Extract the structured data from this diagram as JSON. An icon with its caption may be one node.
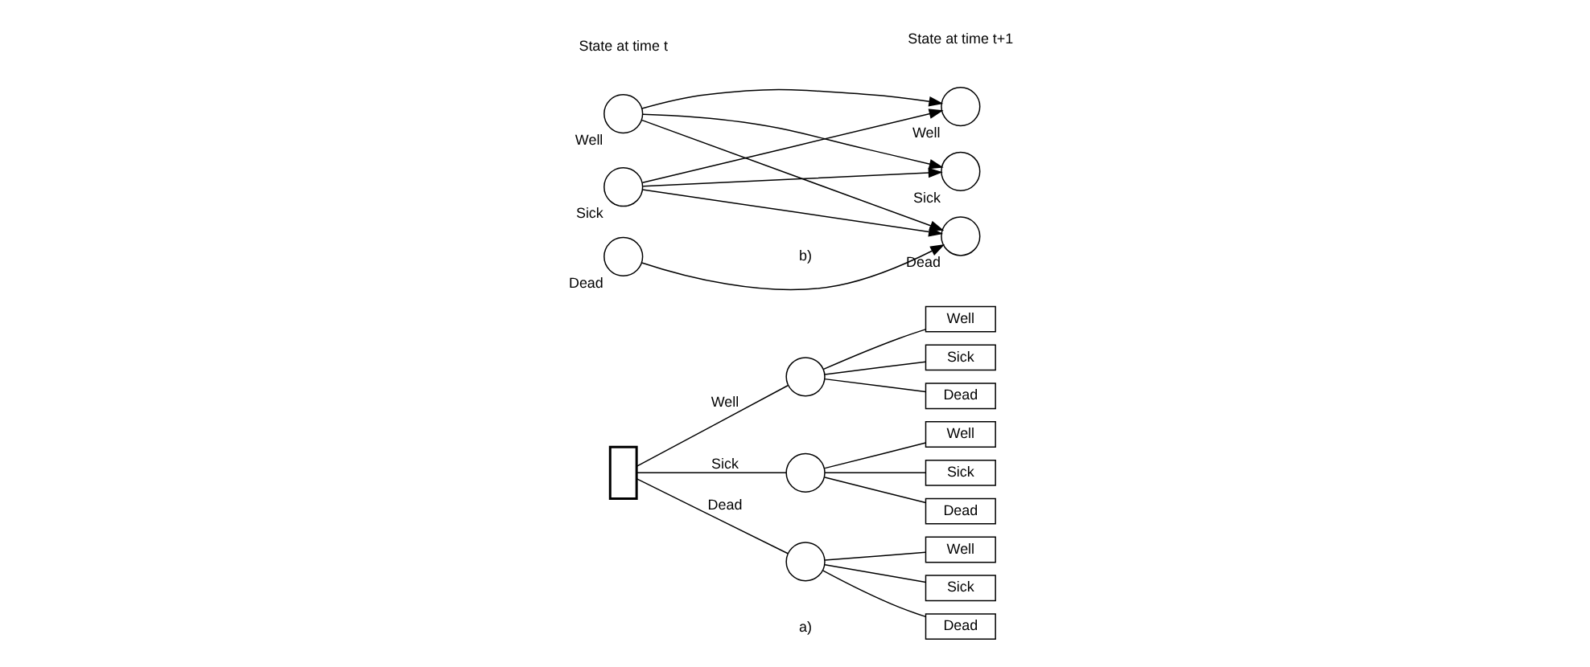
{
  "diagram": {
    "nodes": [
      {
        "text": [],
        "shape": "box"
      },
      {
        "text": [],
        "shape": "circle"
      },
      {
        "text": [
          "Well"
        ]
      },
      {
        "text": [
          "Sick"
        ]
      },
      {
        "text": [
          "Dead"
        ]
      },
      {
        "text": [],
        "shape": "circle"
      },
      {
        "text": [
          "Well"
        ]
      },
      {
        "text": [
          "Sick"
        ]
      },
      {
        "text": [
          "Dead"
        ]
      },
      {
        "text": [],
        "shape": "circle"
      },
      {
        "text": [
          "Well"
        ]
      },
      {
        "text": [
          "Sick"
        ]
      },
      {
        "text": [
          "Dead"
        ]
      },
      {
        "text": [],
        "shape": "circle",
        "beside": [
          "Well"
        ]
      },
      {
        "text": [],
        "shape": "circle",
        "beside": [
          "Sick"
        ]
      },
      {
        "text": [],
        "shape": "circle",
        "beside": [
          "Dead"
        ]
      },
      {
        "text": [],
        "shape": "circle",
        "beside": [
          "Well"
        ]
      },
      {
        "text": [],
        "shape": "circle",
        "beside": [
          "Sick"
        ]
      },
      {
        "text": [],
        "shape": "circle",
        "beside": [
          "Dead"
        ]
      }
    ],
    "edges": [
      {
        "from": 0,
        "to": 1,
        "arrow": "none",
        "label": "Well"
      },
      {
        "from": 0,
        "to": 5,
        "arrow": "none",
        "label": "Sick"
      },
      {
        "from": 0,
        "to": 9,
        "arrow": "none",
        "label": "Dead"
      },
      {
        "from": 1,
        "to": 2,
        "arrow": "none"
      },
      {
        "from": 1,
        "to": 3,
        "arrow": "none"
      },
      {
        "from": 1,
        "to": 4,
        "arrow": "none"
      },
      {
        "from": 5,
        "to": 6,
        "arrow": "none"
      },
      {
        "from": 5,
        "to": 7,
        "arrow": "none"
      },
      {
        "from": 5,
        "to": 8,
        "arrow": "none"
      },
      {
        "from": 9,
        "to": 10,
        "arrow": "none"
      },
      {
        "from": 9,
        "to": 11,
        "arrow": "none"
      },
      {
        "from": 9,
        "to": 12,
        "arrow": "none"
      },
      {
        "from": 13,
        "to": 16,
        "arrow": "to"
      },
      {
        "from": 13,
        "to": 17,
        "arrow": "to"
      },
      {
        "from": 13,
        "to": 18,
        "arrow": "to"
      },
      {
        "from": 14,
        "to": 16,
        "arrow": "to"
      },
      {
        "from": 14,
        "to": 17,
        "arrow": "to"
      },
      {
        "from": 14,
        "to": 18,
        "arrow": "to"
      },
      {
        "from": 15,
        "to": 18,
        "arrow": "to"
      }
    ],
    "labels": [
      "State at time t",
      "State at time t+1",
      "a)",
      "b)"
    ]
  }
}
